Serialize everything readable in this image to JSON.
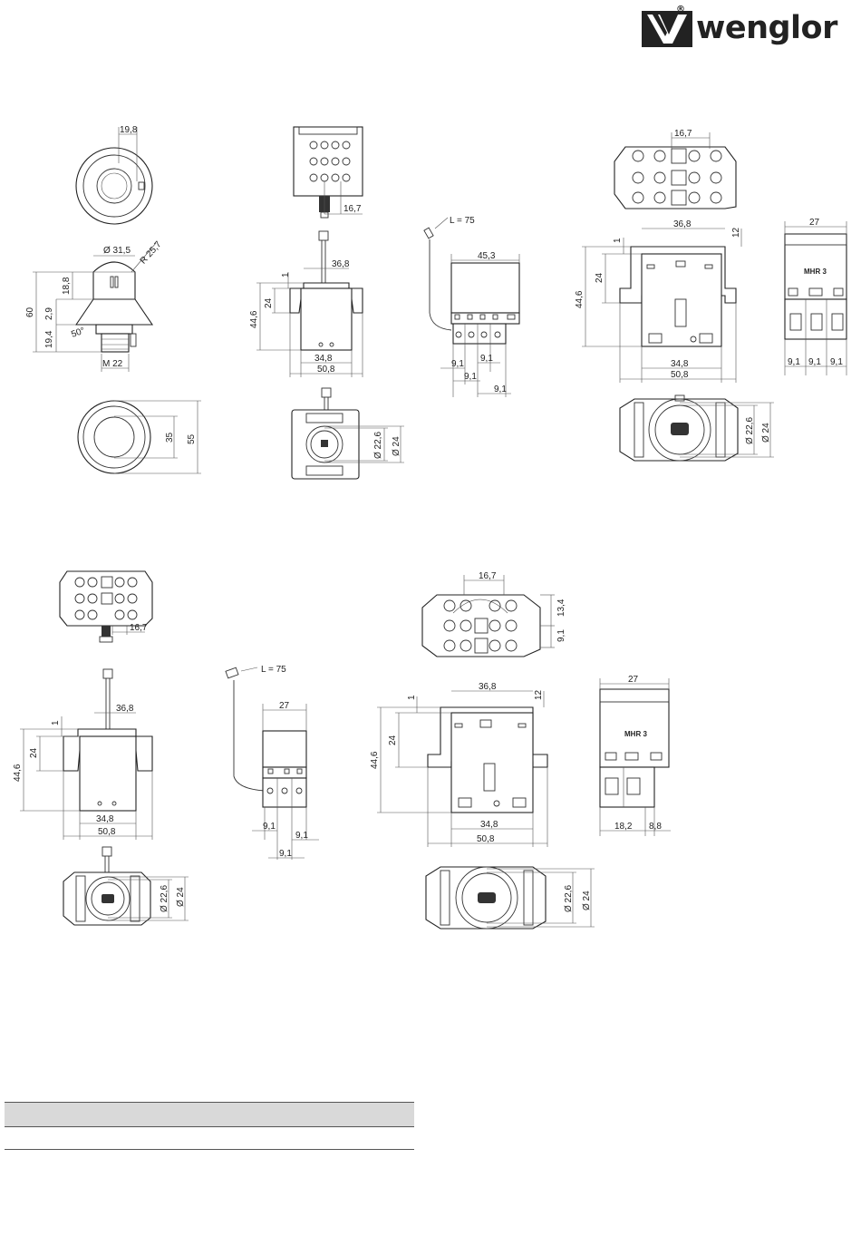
{
  "brand": {
    "name": "wenglor",
    "mark": "®"
  },
  "dimensions": {
    "d1": {
      "w": "19,8",
      "dia": "Ø 31,5",
      "r": "R 25,7",
      "h1": "18,8",
      "h2": "2,9",
      "h3": "19,4",
      "total": "60",
      "angle": "50°",
      "thread": "M 22",
      "d35": "35",
      "d55": "55"
    },
    "d2": {
      "w": "16,7",
      "top": "36,8",
      "one": "1",
      "h24": "24",
      "h44": "44,6",
      "b1": "34,8",
      "b2": "50,8",
      "dia1": "Ø 22,6",
      "dia2": "Ø 24"
    },
    "d3": {
      "cable": "L = 75",
      "w": "45,3",
      "p1": "9,1",
      "p2": "9,1",
      "p3": "9,1",
      "p4": "9,1"
    },
    "d4": {
      "w": "16,7",
      "top": "36,8",
      "one": "1",
      "twelve": "12",
      "h24": "24",
      "h44": "44,6",
      "b1": "34,8",
      "b2": "50,8",
      "dia1": "Ø 22,6",
      "dia2": "Ø 24",
      "side": "27",
      "label": "MHR 3",
      "s1": "9,1",
      "s2": "9,1",
      "s3": "9,1"
    },
    "d5": {
      "w": "16,7",
      "top": "36,8",
      "one": "1",
      "h24": "24",
      "h44": "44,6",
      "b1": "34,8",
      "b2": "50,8",
      "dia1": "Ø 22,6",
      "dia2": "Ø 24"
    },
    "d6": {
      "cable": "L = 75",
      "w": "27",
      "p1": "9,1",
      "p2": "9,1",
      "p3": "9,1"
    },
    "d7": {
      "w": "16,7",
      "h13": "13,4",
      "h9": "9,1",
      "top": "36,8",
      "one": "1",
      "twelve": "12",
      "h24": "24",
      "h44": "44,6",
      "b1": "34,8",
      "b2": "50,8",
      "dia1": "Ø 22,6",
      "dia2": "Ø 24",
      "side": "27",
      "label": "MHR 3",
      "s1": "18,2",
      "s2": "8,8"
    }
  },
  "colors": {
    "line": "#333333",
    "table_header": "#d9d9d9"
  }
}
